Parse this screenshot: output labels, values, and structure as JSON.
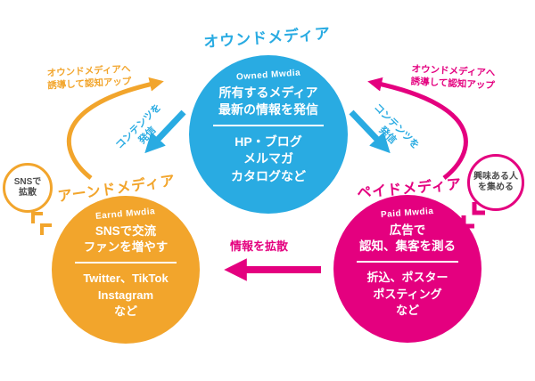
{
  "colors": {
    "cyan": "#29abe2",
    "yellow": "#f2a52c",
    "magenta": "#e4007f",
    "gray": "#4d4d4d"
  },
  "owned": {
    "title": "オウンドメディア",
    "subtitle": "Owned Mwdia",
    "desc1": "所有するメディア",
    "desc2": "最新の情報を発信",
    "ex1": "HP・ブログ",
    "ex2": "メルマガ",
    "ex3": "カタログなど"
  },
  "earned": {
    "title": "アーンドメディア",
    "subtitle": "Earnd Mwdia",
    "desc1": "SNSで交流",
    "desc2": "ファンを増やす",
    "ex1": "Twitter、TikTok",
    "ex2": "Instagram",
    "ex3": "など"
  },
  "paid": {
    "title": "ペイドメディア",
    "subtitle": "Paid Mwdia",
    "desc1": "広告で",
    "desc2": "認知、集客を測る",
    "ex1": "折込、ポスター",
    "ex2": "ポスティング",
    "ex3": "など"
  },
  "arrows": {
    "owned_to_earned_label1": "コンテンツを",
    "owned_to_earned_label2": "発信",
    "owned_to_paid_label1": "コンテンツを",
    "owned_to_paid_label2": "発信",
    "earned_to_owned_label1": "オウンドメディアへ",
    "earned_to_owned_label2": "誘導して認知アップ",
    "paid_to_owned_label1": "オウンドメディアへ",
    "paid_to_owned_label2": "誘導して認知アップ",
    "paid_to_earned_label": "情報を拡散"
  },
  "badges": {
    "sns1": "SNSで",
    "sns2": "拡散",
    "gather1": "興味ある人",
    "gather2": "を集める"
  }
}
